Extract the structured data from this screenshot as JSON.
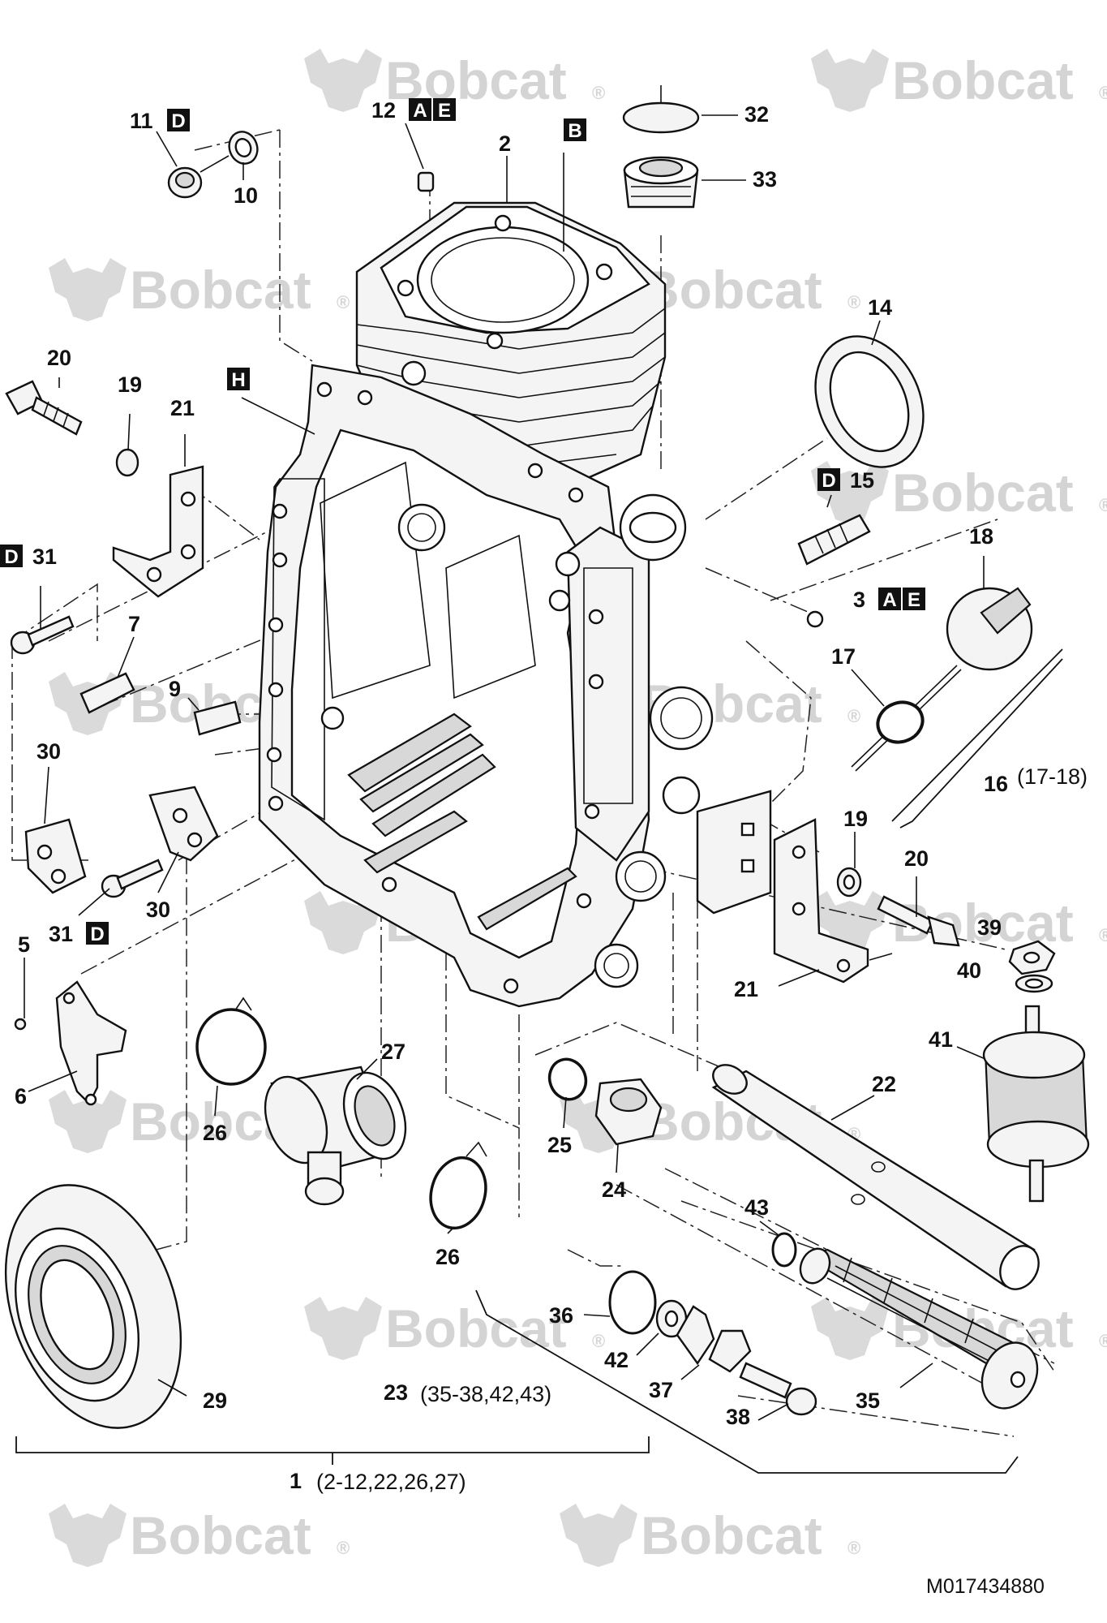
{
  "diagram": {
    "drawing_number": "M017434880",
    "watermark_text": "Bobcat",
    "watermark_suffix": "®",
    "callouts": [
      {
        "id": "c11",
        "num": "11",
        "badges": [
          "D"
        ]
      },
      {
        "id": "c10",
        "num": "10",
        "badges": []
      },
      {
        "id": "c12",
        "num": "12",
        "badges": [
          "A",
          "E"
        ]
      },
      {
        "id": "c2",
        "num": "2",
        "badges": []
      },
      {
        "id": "cB",
        "num": "",
        "badges": [
          "B"
        ]
      },
      {
        "id": "c32",
        "num": "32",
        "badges": []
      },
      {
        "id": "c33",
        "num": "33",
        "badges": []
      },
      {
        "id": "c14",
        "num": "14",
        "badges": []
      },
      {
        "id": "c20a",
        "num": "20",
        "badges": []
      },
      {
        "id": "c19a",
        "num": "19",
        "badges": []
      },
      {
        "id": "c21a",
        "num": "21",
        "badges": []
      },
      {
        "id": "cH",
        "num": "",
        "badges": [
          "H"
        ]
      },
      {
        "id": "c15",
        "num": "15",
        "badges": [
          "D"
        ]
      },
      {
        "id": "c18",
        "num": "18",
        "badges": []
      },
      {
        "id": "c31a",
        "num": "31",
        "badges": [
          "D"
        ]
      },
      {
        "id": "c3",
        "num": "3",
        "badges": [
          "A",
          "E"
        ]
      },
      {
        "id": "c7",
        "num": "7",
        "badges": []
      },
      {
        "id": "c17",
        "num": "17",
        "badges": []
      },
      {
        "id": "c9",
        "num": "9",
        "badges": []
      },
      {
        "id": "c30a",
        "num": "30",
        "badges": []
      },
      {
        "id": "c16",
        "num": "16",
        "badges": []
      },
      {
        "id": "c19b",
        "num": "19",
        "badges": []
      },
      {
        "id": "c20b",
        "num": "20",
        "badges": []
      },
      {
        "id": "c31b",
        "num": "31",
        "badges": [
          "D"
        ]
      },
      {
        "id": "c30b",
        "num": "30",
        "badges": []
      },
      {
        "id": "c39",
        "num": "39",
        "badges": []
      },
      {
        "id": "c5",
        "num": "5",
        "badges": []
      },
      {
        "id": "c40",
        "num": "40",
        "badges": []
      },
      {
        "id": "c21b",
        "num": "21",
        "badges": []
      },
      {
        "id": "c41",
        "num": "41",
        "badges": []
      },
      {
        "id": "c27",
        "num": "27",
        "badges": []
      },
      {
        "id": "c6",
        "num": "6",
        "badges": []
      },
      {
        "id": "c22",
        "num": "22",
        "badges": []
      },
      {
        "id": "c26a",
        "num": "26",
        "badges": []
      },
      {
        "id": "c25",
        "num": "25",
        "badges": []
      },
      {
        "id": "c24",
        "num": "24",
        "badges": []
      },
      {
        "id": "c43",
        "num": "43",
        "badges": []
      },
      {
        "id": "c26b",
        "num": "26",
        "badges": []
      },
      {
        "id": "c36",
        "num": "36",
        "badges": []
      },
      {
        "id": "c42",
        "num": "42",
        "badges": []
      },
      {
        "id": "c37",
        "num": "37",
        "badges": []
      },
      {
        "id": "c35",
        "num": "35",
        "badges": []
      },
      {
        "id": "c29",
        "num": "29",
        "badges": []
      },
      {
        "id": "c38",
        "num": "38",
        "badges": []
      },
      {
        "id": "c23",
        "num": "23",
        "badges": []
      },
      {
        "id": "c1",
        "num": "1",
        "badges": []
      }
    ],
    "kits": [
      {
        "id": "kit16",
        "num": "16",
        "range": "(17-18)"
      },
      {
        "id": "kit23",
        "num": "23",
        "range": "(35-38,42,43)"
      },
      {
        "id": "kit1",
        "num": "1",
        "range": "(2-12,22,26,27)"
      }
    ]
  }
}
